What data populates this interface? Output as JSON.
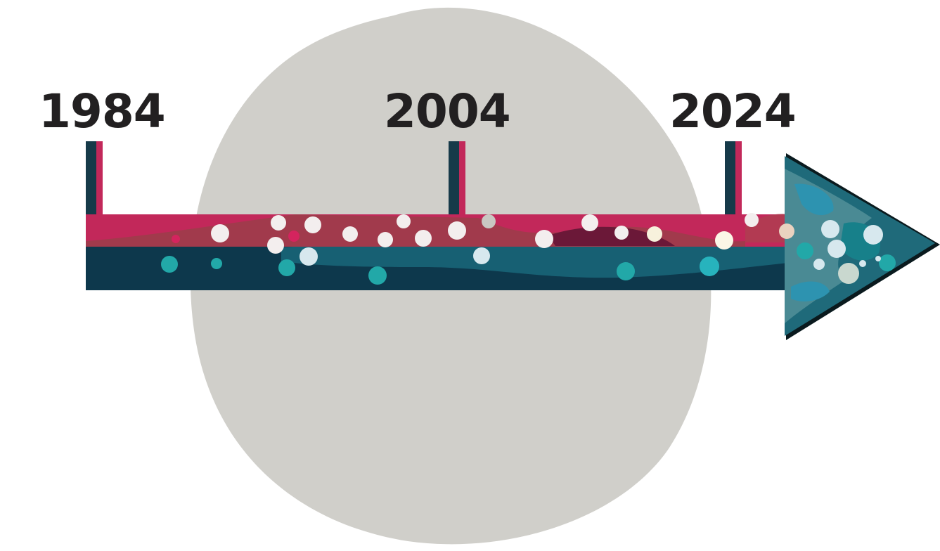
{
  "timeline": {
    "years": [
      "1984",
      "2004",
      "2024"
    ]
  },
  "colors": {
    "backdrop_blob": "#d0cfca",
    "band_top": "#c2285a",
    "band_mid": "#a13a4c",
    "band_lower": "#176073",
    "band_bottom": "#0d384c",
    "arrow_head": "#1f6a7a",
    "tick_dark": "#163a49",
    "tick_accent": "#c2285a",
    "label_text": "#222021"
  },
  "icons": {
    "arrow_head": "arrow-head-icon"
  }
}
